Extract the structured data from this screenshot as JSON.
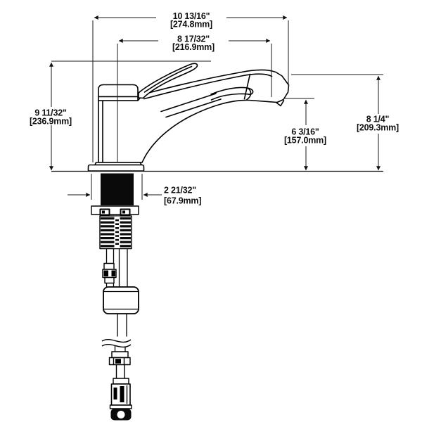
{
  "page": {
    "background": "#ffffff",
    "line_color": "#000000",
    "drawing": "single-handle pull-out faucet dimensional diagram"
  },
  "dimensions": {
    "overall_length": {
      "in": "10 13/16\"",
      "mm": "[274.8mm]"
    },
    "spout_reach": {
      "in": "8 17/32\"",
      "mm": "[216.9mm]"
    },
    "overall_height": {
      "in": "9 11/32\"",
      "mm": "[236.9mm]"
    },
    "head_height": {
      "in": "8 1/4\"",
      "mm": "[209.3mm]"
    },
    "outlet_height": {
      "in": "6 3/16\"",
      "mm": "[157.0mm]"
    },
    "base_width": {
      "in": "2 21/32\"",
      "mm": "[67.9mm]"
    }
  }
}
